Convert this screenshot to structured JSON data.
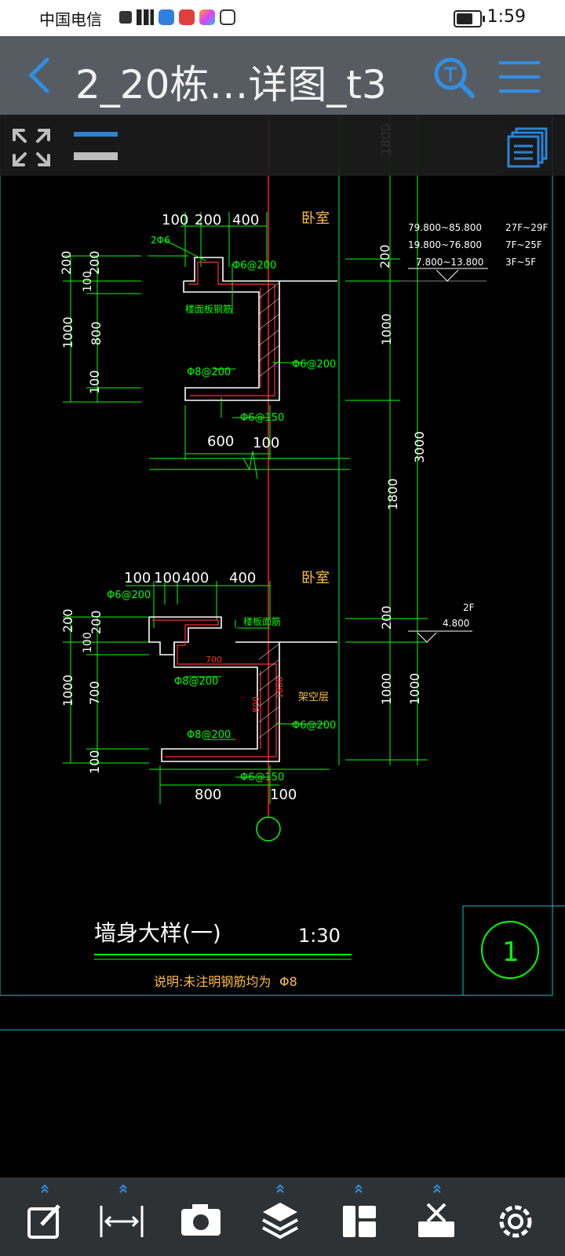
{
  "status_bar": {
    "carrier": "中国电信",
    "time": "1:59"
  },
  "header": {
    "title": "2_20栋…详图_t3",
    "icons": [
      "back-icon",
      "search-text-icon",
      "menu-icon"
    ],
    "accent_color": "#2f8fe6"
  },
  "toolstrip": {
    "icons": [
      "fullscreen-icon",
      "line-weight-icon",
      "sheets-icon"
    ]
  },
  "drawing": {
    "colors": {
      "background": "#000000",
      "dimension": "#00ff00",
      "wall": "#ff3030",
      "axis": "#ff2020",
      "text": "#ffffff",
      "label": "#ffbf40",
      "frame": "#00c8c8"
    },
    "dimensions": {
      "d1800_top": "1800",
      "upper_top_100": "100",
      "upper_top_200": "200",
      "upper_top_400": "400",
      "upper_room": "卧室",
      "upper_rebar_2phi6": "2Φ6",
      "upper_phi6_200": "Φ6@200",
      "upper_left_200a": "200",
      "upper_left_200b": "200",
      "upper_left_100": "100",
      "upper_left_1000": "1000",
      "upper_left_800": "800",
      "upper_left_100b": "100",
      "upper_slab_label": "楼面板钢筋",
      "upper_phi8_200": "Φ8@200",
      "upper_phi6_200_wall": "Φ6@200",
      "upper_phi6_150": "Φ6@150",
      "upper_600": "600",
      "upper_100": "100",
      "right_200a": "200",
      "right_1000a": "1000",
      "right_3000": "3000",
      "right_1800": "1800",
      "right_200b": "200",
      "right_1000b": "1000",
      "right_1000c": "1000",
      "elev_a": "79.800~85.800",
      "elev_b": "19.800~76.800",
      "elev_c": "7.800~13.800",
      "floor_a": "27F~29F",
      "floor_b": "7F~25F",
      "floor_c": "3F~5F",
      "lower_100a": "100",
      "lower_100b": "100",
      "lower_400a": "400",
      "lower_400b": "400",
      "lower_room": "卧室",
      "lower_phi6_200": "Φ6@200",
      "lower_slab_label": "楼板面筋",
      "lower_left_200a": "200",
      "lower_left_200b": "200",
      "lower_left_100": "100",
      "lower_left_1000": "1000",
      "lower_left_700": "700",
      "lower_left_100b": "100",
      "lower_700": "700",
      "lower_phi8_200a": "Φ8@200",
      "lower_overhead": "架空层",
      "lower_800v": "800",
      "lower_1800v": "1800",
      "lower_phi8_200b": "Φ8@200",
      "lower_phi6_150": "Φ6@150",
      "lower_800": "800",
      "lower_100": "100",
      "elev_2f": "2F",
      "elev_4800": "4.800"
    },
    "title_block": {
      "title": "墙身大样(一)",
      "scale": "1:30",
      "note": "说明:未注明钢筋均为",
      "note_rebar": "Φ8",
      "detail_number": "1"
    }
  },
  "bottom_toolbar": {
    "tools": [
      {
        "icon": "edit-icon",
        "name": "edit"
      },
      {
        "icon": "measure-icon",
        "name": "measure"
      },
      {
        "icon": "camera-icon",
        "name": "camera"
      },
      {
        "icon": "layers-icon",
        "name": "layers"
      },
      {
        "icon": "layout-icon",
        "name": "layout"
      },
      {
        "icon": "toolbox-icon",
        "name": "tools"
      },
      {
        "icon": "settings-icon",
        "name": "settings"
      }
    ],
    "accent_color": "#2f8fe6"
  }
}
